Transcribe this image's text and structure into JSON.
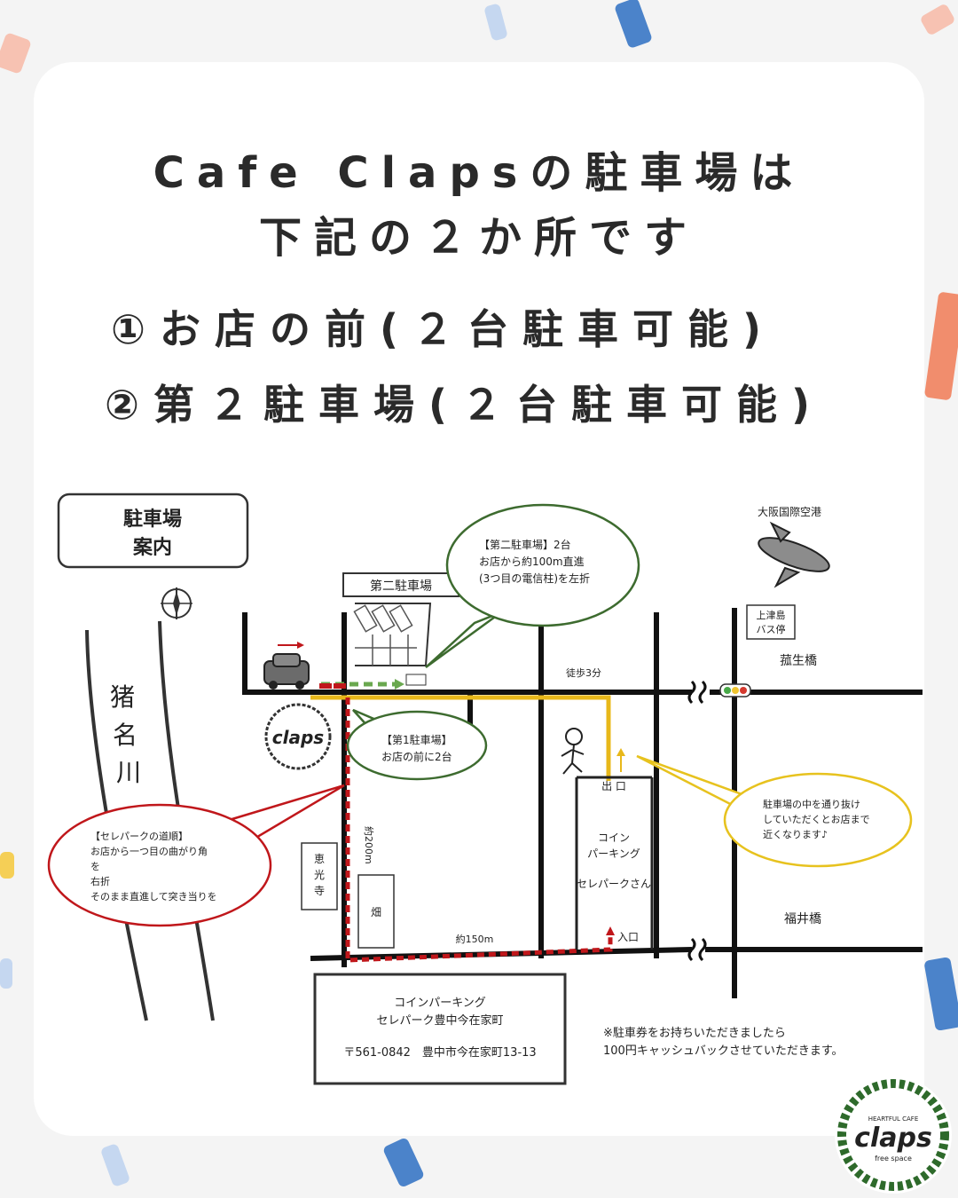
{
  "header": {
    "line1": "Cafe Clapsの駐車場は",
    "line2": "下記の２か所です"
  },
  "items": [
    "①お店の前(２台駐車可能)",
    "②第２駐車場(２台駐車可能)"
  ],
  "map": {
    "guide_title_1": "駐車場",
    "guide_title_2": "案内",
    "river": [
      "猪",
      "名",
      "川"
    ],
    "second_lot_label": "第二駐車場",
    "second_lot_bubble": [
      "【第二駐車場】2台",
      "お店から約100m直進",
      "(3つ目の電信柱)を左折"
    ],
    "first_lot_bubble": [
      "【第1駐車場】",
      "お店の前に2台"
    ],
    "serepark_bubble": [
      "【セレパークの道順】",
      "お店から一つ目の曲がり角",
      "を",
      "右折",
      "そのまま直進して突き当りを"
    ],
    "through_bubble": [
      "駐車場の中を通り抜け",
      "していただくとお店まで",
      "近くなります♪"
    ],
    "airport": "大阪国際空港",
    "bus_stop": [
      "上津島",
      "バス停"
    ],
    "walk": "徒歩3分",
    "bridge1": "菰生橋",
    "bridge2": "福井橋",
    "distance_200": "約200m",
    "distance_150": "約150m",
    "temple": [
      "恵",
      "光",
      "寺"
    ],
    "field": "畑",
    "exit": "出 口",
    "entrance": "入口",
    "coin_parking": [
      "コイン",
      "パーキング"
    ],
    "serepark_san": "セレパークさん",
    "address_box": [
      "コインパーキング",
      "セレパーク豊中今在家町",
      "〒561-0842　豊中市今在家町13-13"
    ],
    "note": [
      "※駐車券をお持ちいただきましたら",
      "100円キャッシュバックさせていただきます。"
    ],
    "logo_text": "claps",
    "logo_small": "HEARTFUL CAFE",
    "logo_sub": "free space"
  },
  "colors": {
    "red_route": "#c0171b",
    "green_route": "#6aa84f",
    "yellow_route": "#e8b81a",
    "bubble_green": "#3d6b2f",
    "bubble_yellow": "#e7c21e",
    "logo_green": "#2e6a2b"
  },
  "confetti_colors": [
    "#2d6fc2",
    "#f07a55",
    "#f4c83a",
    "#4a86d8"
  ]
}
